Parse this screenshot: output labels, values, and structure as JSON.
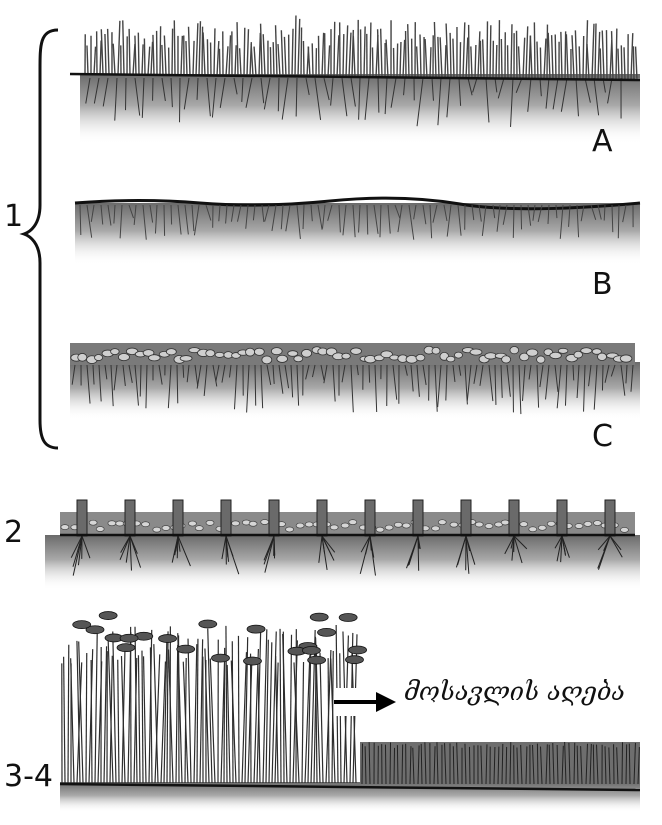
{
  "labels": {
    "stage_1": "1",
    "stage_2": "2",
    "stage_3_4": "3-4",
    "variant_a": "A",
    "variant_b": "B",
    "variant_c": "C"
  },
  "annotation": {
    "harvest": "მოსავლის აღება"
  }
}
